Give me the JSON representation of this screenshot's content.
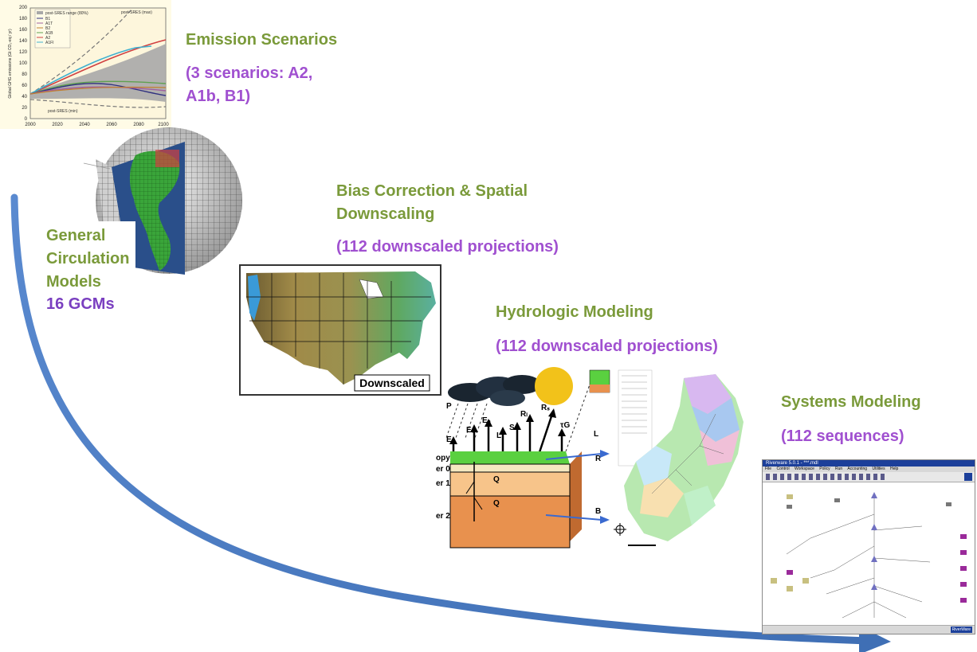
{
  "emission": {
    "title": "Emission Scenarios",
    "detail_line1": "(3 scenarios:  A2,",
    "detail_line2": "A1b, B1)",
    "chart": {
      "ylabel": "Global GHG emissions (Gt CO₂-eq / yr)",
      "yticks": [
        "0",
        "20",
        "40",
        "60",
        "80",
        "100",
        "120",
        "140",
        "160",
        "180",
        "200"
      ],
      "xticks": [
        "2000",
        "2020",
        "2040",
        "2060",
        "2080",
        "2100"
      ],
      "legend": [
        "post-SRES range (80%)",
        "B1",
        "A1T",
        "B2",
        "A1B",
        "A2",
        "A1FI"
      ],
      "annot_max": "post-SRES (max)",
      "annot_min": "post-SRES (min)"
    }
  },
  "gcm": {
    "line1": "General",
    "line2": "Circulation",
    "line3": "Models",
    "count": "16 GCMs"
  },
  "bias": {
    "line1": "Bias Correction & Spatial",
    "line2": "Downscaling",
    "detail": "(112 downscaled  projections)",
    "map_label": "Downscaled"
  },
  "hydro": {
    "title": "Hydrologic Modeling",
    "detail": "(112 downscaled  projections)",
    "diagram_labels": {
      "p": "P",
      "et": "Eₜ",
      "ec": "Eₙ",
      "l": "L",
      "s": "S",
      "rl": "Rₗ",
      "rs": "Rₛ",
      "tg": "τG",
      "e": "E",
      "canopy": "opy",
      "layer0": "er 0",
      "layer1": "er 1",
      "layer2": "er 2",
      "q": "Q",
      "r": "R",
      "b": "B",
      "l2": "L"
    }
  },
  "systems": {
    "title": "Systems Modeling",
    "detail": "(112 sequences)",
    "window_title": "Riverware 5.0.1 - ***.mdl",
    "menu": [
      "File",
      "Control",
      "Workspace",
      "Policy",
      "Run",
      "Accounting",
      "Utilities",
      "Help"
    ],
    "status": "RiverWare"
  },
  "colors": {
    "title_green": "#7a9a3a",
    "detail_purple": "#a050d0",
    "arrow_blue": "#4a7cc0"
  }
}
